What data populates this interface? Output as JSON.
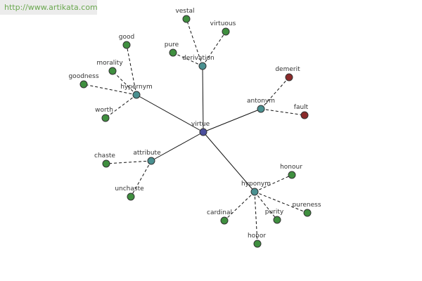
{
  "header": {
    "url": "http://www.artikata.com"
  },
  "colors": {
    "center": "#4a4e9c",
    "relation": "#4a9090",
    "word": "#3f8f3f",
    "antonym_word": "#8b2a2a",
    "edge": "#111111"
  },
  "graph": {
    "center": {
      "label": "virtue"
    },
    "relations": [
      {
        "label": "hypernym",
        "words": [
          "good",
          "morality",
          "goodness",
          "worth"
        ]
      },
      {
        "label": "derivation",
        "words": [
          "vestal",
          "virtuous",
          "pure"
        ]
      },
      {
        "label": "antonym",
        "words": [
          "demerit",
          "fault"
        ]
      },
      {
        "label": "attribute",
        "words": [
          "chaste",
          "unchaste"
        ]
      },
      {
        "label": "hyponym",
        "words": [
          "honour",
          "pureness",
          "purity",
          "cardinal",
          "honor"
        ]
      }
    ]
  }
}
